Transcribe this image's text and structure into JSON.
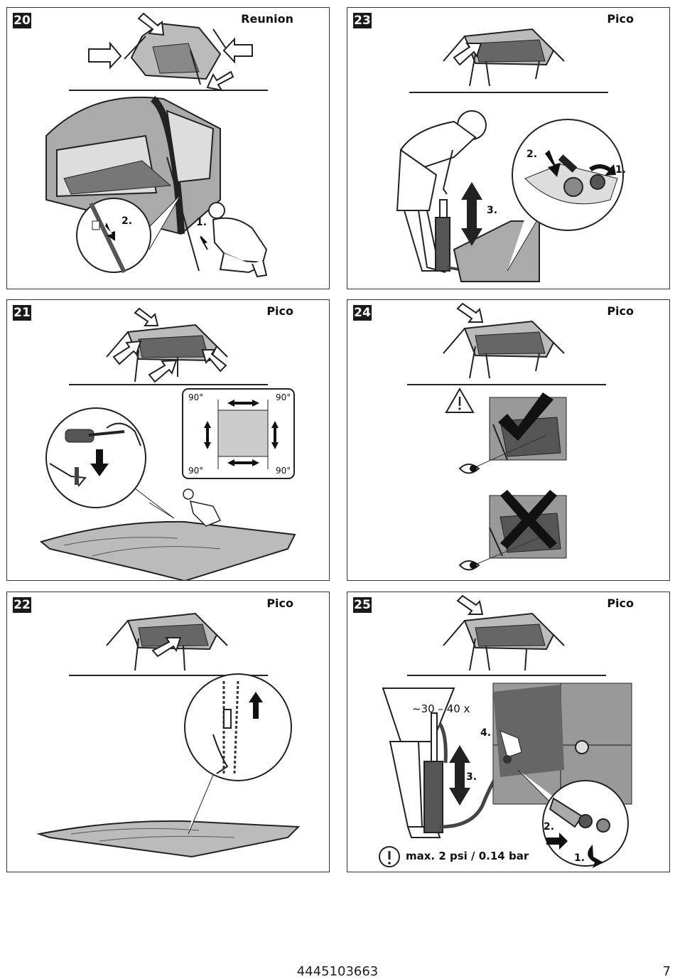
{
  "panels": [
    {
      "number": "20",
      "model": "Reunion",
      "labels": [
        "2.",
        "1."
      ]
    },
    {
      "number": "23",
      "model": "Pico",
      "labels": [
        "2.",
        "1.",
        "3."
      ]
    },
    {
      "number": "21",
      "model": "Pico",
      "angles": [
        "90°",
        "90°",
        "90°",
        "90°"
      ]
    },
    {
      "number": "24",
      "model": "Pico"
    },
    {
      "number": "22",
      "model": "Pico"
    },
    {
      "number": "25",
      "model": "Pico",
      "labels": [
        "4.",
        "3.",
        "2.",
        "1."
      ],
      "count": "~30 – 40 x",
      "warning": "max. 2 psi / 0.14 bar"
    }
  ],
  "footer": {
    "code": "4445103663",
    "page": "7"
  }
}
